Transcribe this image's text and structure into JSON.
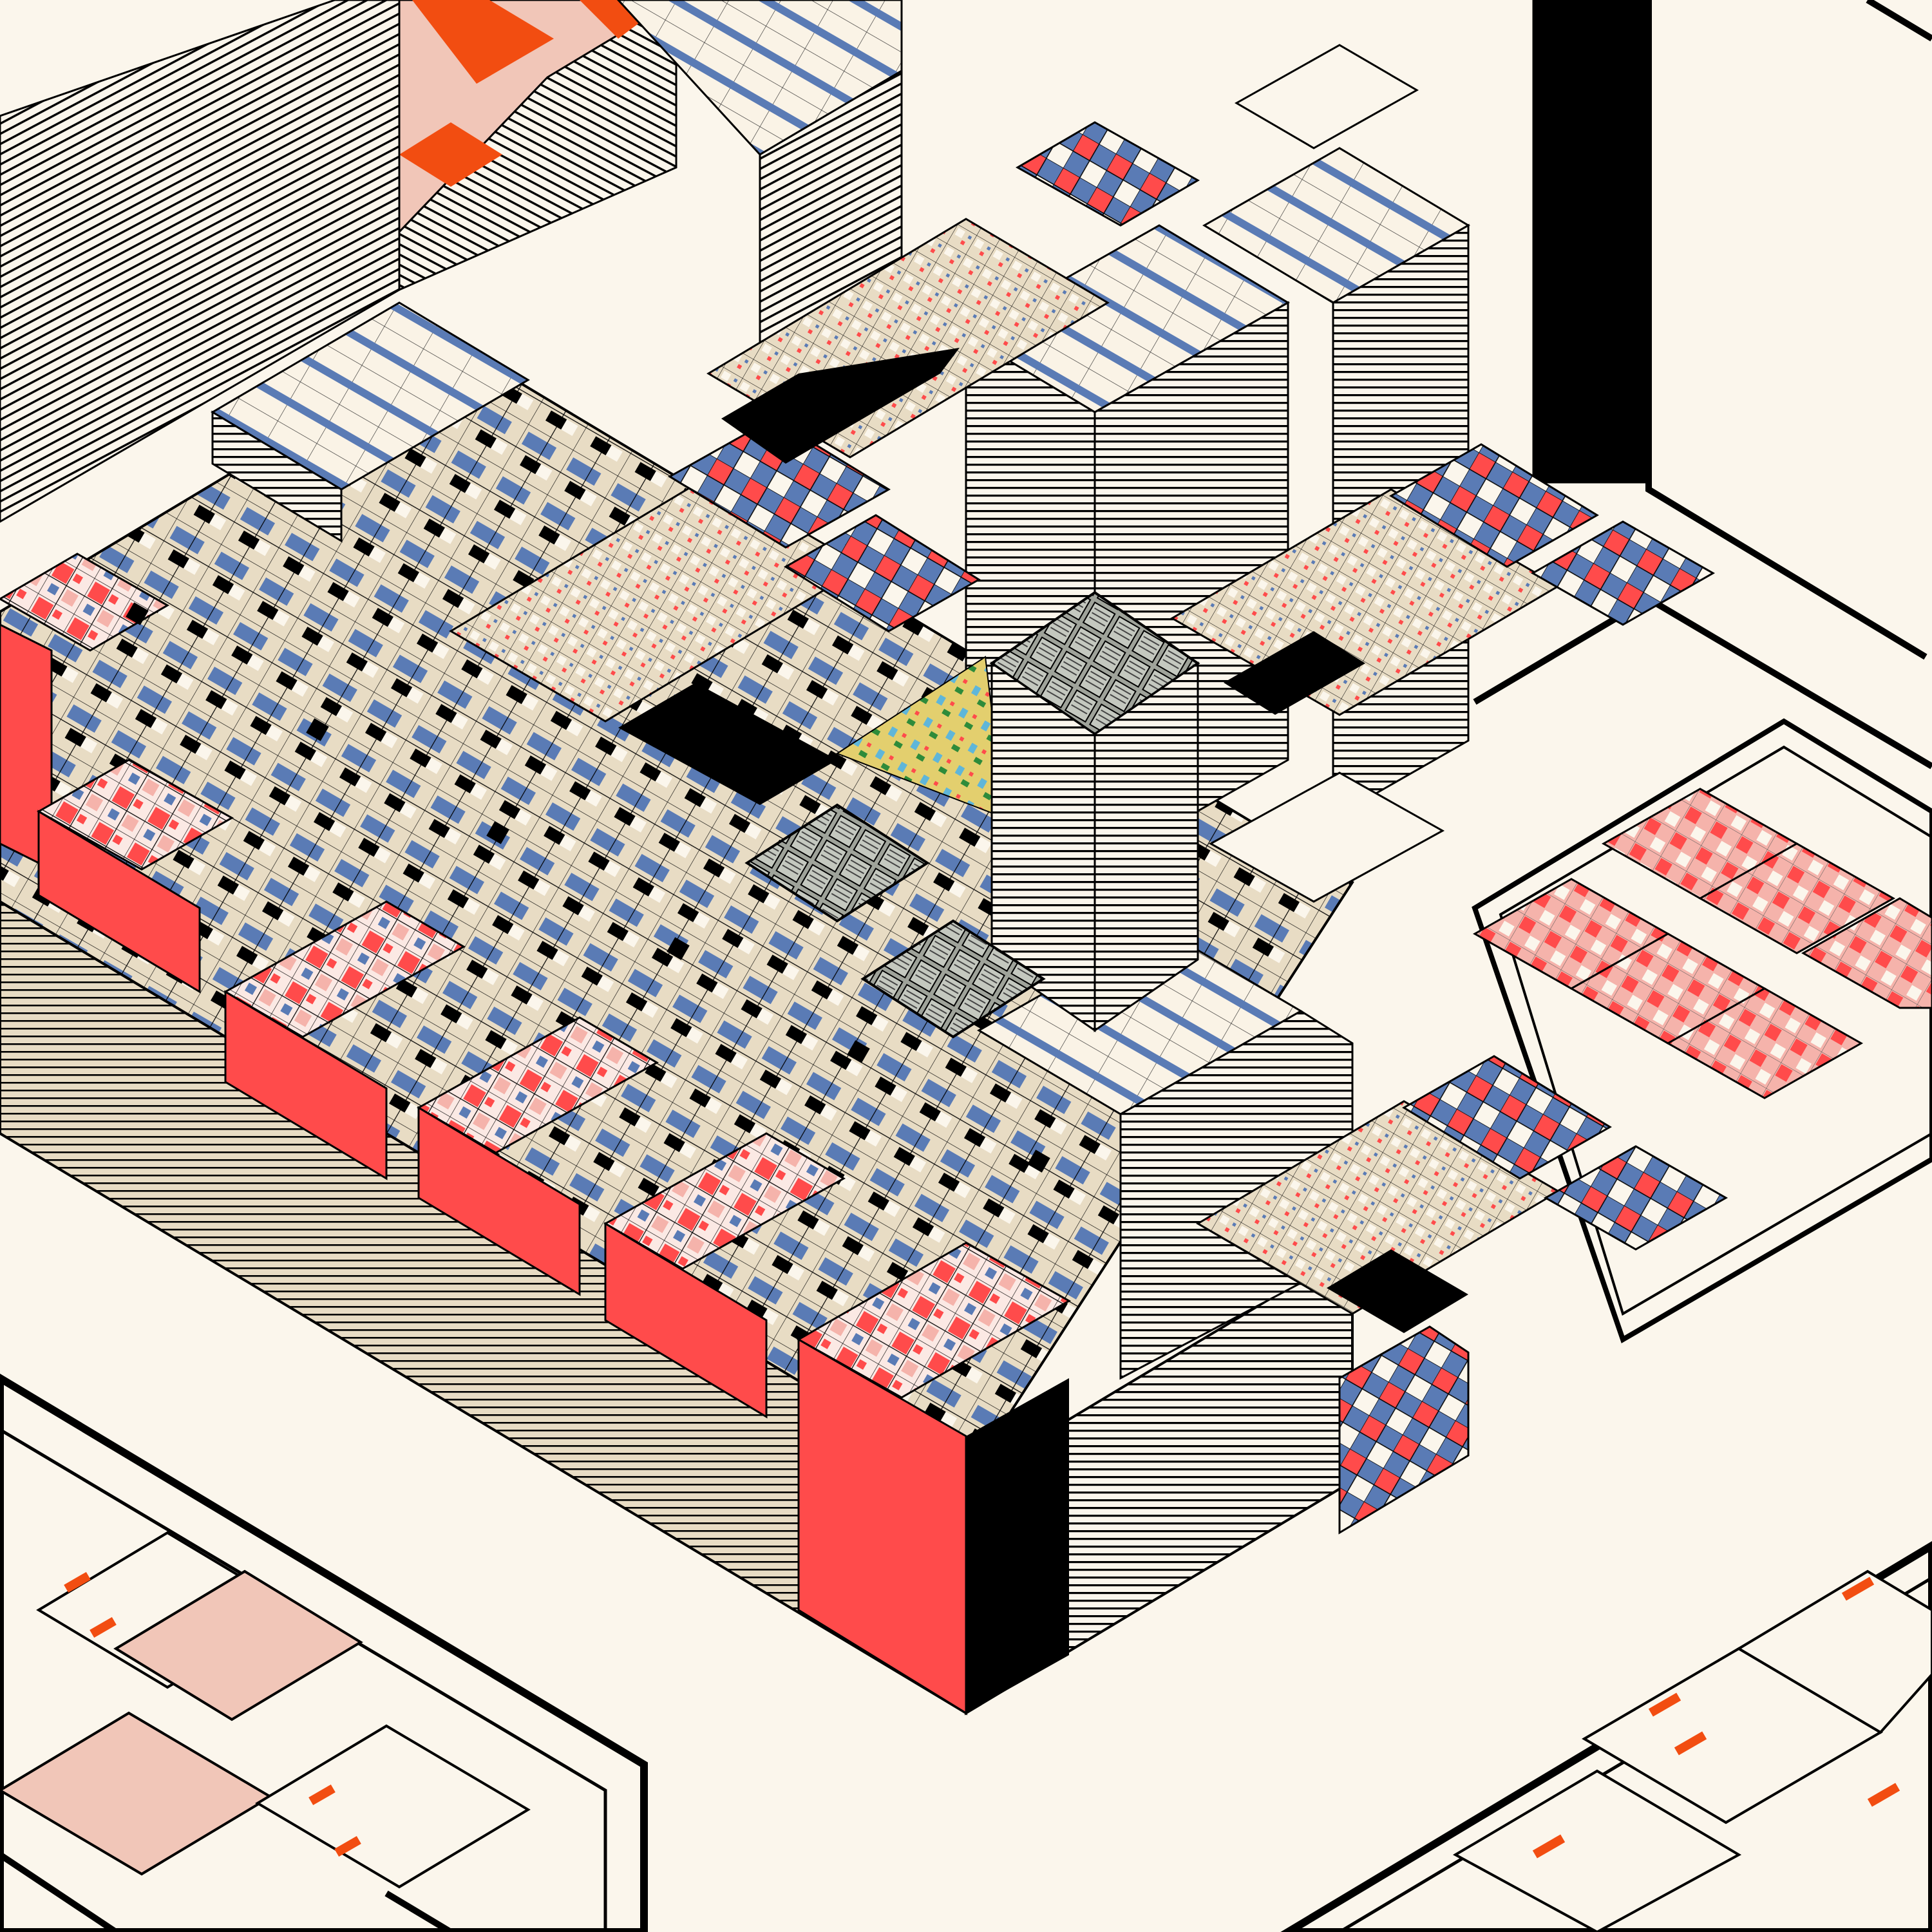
{
  "palette": {
    "paper": "#fbf6ec",
    "ink": "#000000",
    "red": "#ff4b4b",
    "pink": "#f5b3ab",
    "blush": "#f1c6b8",
    "blue": "#5a7bb5",
    "beige": "#e8dcc4",
    "orange": "#f24d11",
    "cream": "#faf3e6",
    "grey": "#9fa39a",
    "green": "#2e8b3a",
    "cyan": "#5fb6d9",
    "gold": "#e3cf6e"
  },
  "structures": [
    {
      "kind": "red-tower",
      "style": "red"
    },
    {
      "kind": "striped-slab",
      "style": "beige"
    },
    {
      "kind": "white-tower",
      "style": "white"
    },
    {
      "kind": "grey-roof-tower",
      "style": "grey"
    },
    {
      "kind": "checker-block",
      "style": "checker"
    },
    {
      "kind": "orange-roof-tower",
      "style": "orange"
    },
    {
      "kind": "inset-panel",
      "style": "pink"
    },
    {
      "kind": "lot-outline",
      "style": "outline"
    }
  ]
}
